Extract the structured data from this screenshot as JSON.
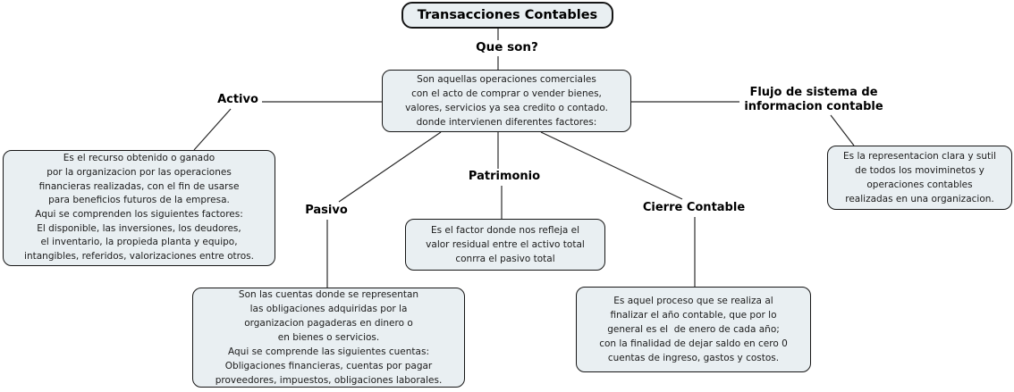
{
  "diagram": {
    "kind": "concept-map",
    "title": "Transacciones Contables",
    "root_question": "Que son?",
    "central_definition": "Son aquellas operaciones comerciales\ncon el acto de comprar o vender bienes,\nvalores, servicios ya sea credito o contado.\ndonde intervienen diferentes factores:"
  },
  "nodes": {
    "activo": {
      "label": "Activo",
      "text": "Es el recurso obtenido o ganado\npor la organizacion por las operaciones\nfinancieras realizadas, con el fin de usarse\npara beneficios futuros de la empresa.\nAqui se comprenden los siguientes factores:\nEl disponible, las inversiones, los deudores,\nel inventario, la propieda planta y equipo,\nintangibles, referidos, valorizaciones entre otros."
    },
    "pasivo": {
      "label": "Pasivo",
      "text": "Son las cuentas donde se representan\nlas obligaciones adquiridas por la\norganizacion pagaderas en dinero o\nen bienes o servicios.\nAqui se comprende las siguientes cuentas:\nObligaciones financieras, cuentas por pagar\nproveedores, impuestos, obligaciones laborales."
    },
    "patrimonio": {
      "label": "Patrimonio",
      "text": "Es el factor donde nos refleja el\nvalor residual entre el activo total\nconrra el pasivo total"
    },
    "cierre": {
      "label": "Cierre Contable",
      "text": "Es aquel proceso que se realiza al\nfinalizar el año contable, que por lo\ngeneral es el  de enero de cada año;\ncon la finalidad de dejar saldo en cero 0\ncuentas de ingreso, gastos y costos."
    },
    "flujo": {
      "label": "Flujo de sistema de\ninformacion contable",
      "text": "Es la representacion clara y sutil\nde todos los moviminetos y\noperaciones contables\nrealizadas en una organizacion."
    }
  },
  "colors": {
    "box_fill": "#e9eff2",
    "box_border": "#161616",
    "connector": "#2a2a2a",
    "text": "#1b1b1b"
  }
}
